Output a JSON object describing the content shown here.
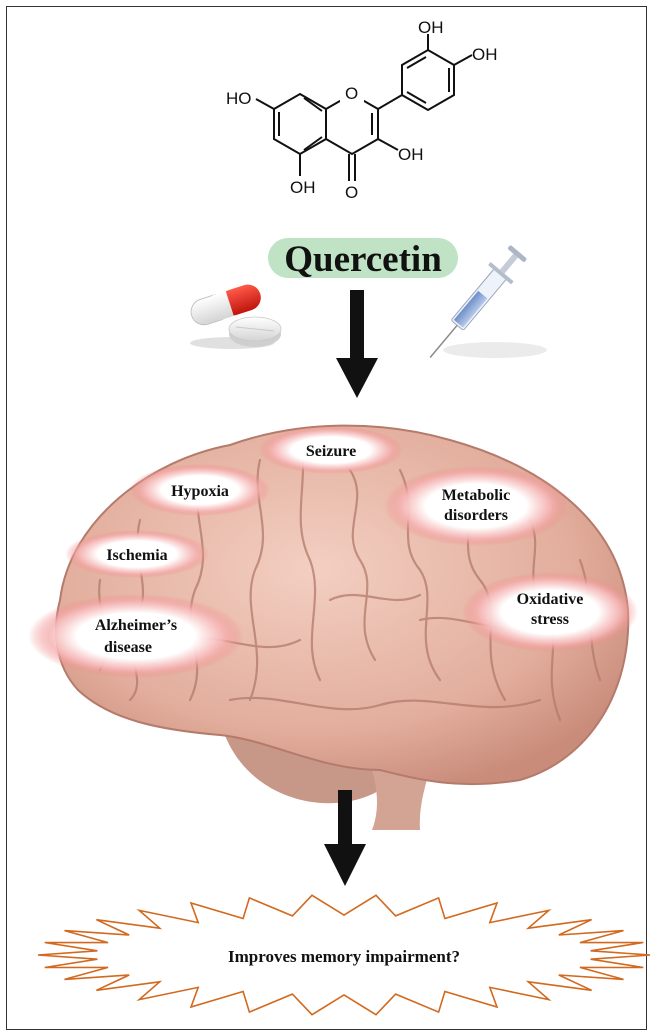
{
  "molecule": {
    "name": "Quercetin",
    "atoms": {
      "oh_top": "OH",
      "oh_right": "OH",
      "ho_left": "HO",
      "oh_mid": "OH",
      "oh_bottom": "OH",
      "o_ring": "O",
      "o_keto": "O"
    }
  },
  "conditions": [
    {
      "id": "seizure",
      "label": "Seizure"
    },
    {
      "id": "hypoxia",
      "label": "Hypoxia"
    },
    {
      "id": "metabolic",
      "label": "Metabolic",
      "label2": "disorders"
    },
    {
      "id": "ischemia",
      "label": "Ischemia"
    },
    {
      "id": "oxidative",
      "label": "Oxidative",
      "label2": "stress"
    },
    {
      "id": "alzheimers",
      "label": "Alzheimer’s",
      "label2": "disease"
    }
  ],
  "outcome": {
    "text": "Improves memory impairment?"
  },
  "colors": {
    "title_badge": "#bfe3c4",
    "brain": "#e6b3a3",
    "brain_fold": "#b97f70",
    "glow": "#f0a0a0",
    "burst_stroke": "#d2691e",
    "arrow": "#111111"
  },
  "icons": [
    "pills-icon",
    "syringe-icon",
    "down-arrow-icon"
  ]
}
